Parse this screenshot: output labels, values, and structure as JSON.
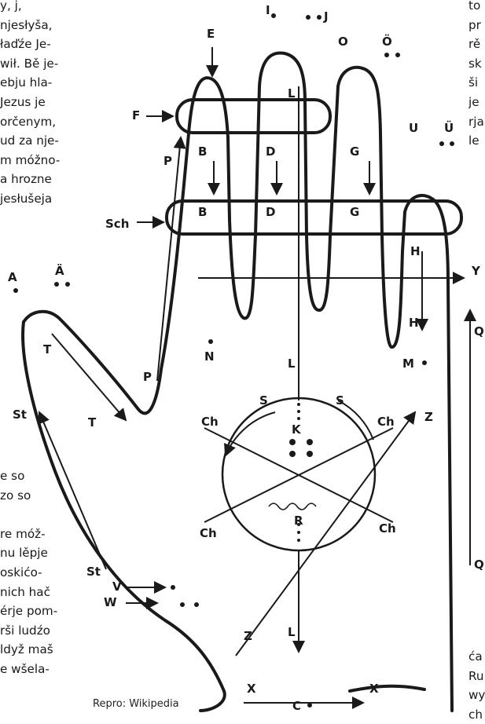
{
  "article": {
    "left_column_top": [
      "y, j,",
      "njesłyša,",
      "łaďźe Je-",
      "wił. Bě je-",
      "ebju hla-",
      "Jezus je",
      "orčenym,",
      "ud za nje-",
      "m móžno-",
      "a hrozne",
      "jesłušeja"
    ],
    "left_column_bottom": [
      "e so",
      "zo so",
      "",
      "re móž-",
      "nu lěpje",
      "oskićo-",
      "nich hač",
      "érje pom-",
      "rši ludźo",
      "ldyž maš",
      "e wšela-"
    ],
    "right_column_top": [
      "to",
      "pr",
      "rě",
      "sk",
      "ši",
      "je",
      "rja",
      "le"
    ],
    "right_column_bottom": [
      "ća",
      "Ru",
      "wy",
      "ch"
    ]
  },
  "figure": {
    "caption": "Repro: Wikipedia",
    "labels": {
      "A": "A",
      "A_uml": "Ä",
      "E": "E",
      "F": "F",
      "I": "I",
      "J": "J",
      "O": "O",
      "O_uml": "Ö",
      "U": "U",
      "U_uml": "Ü",
      "B": "B",
      "D": "D",
      "G": "G",
      "H": "H",
      "Sch": "Sch",
      "P": "P",
      "L": "L",
      "Y": "Y",
      "Q": "Q",
      "T": "T",
      "St": "St",
      "N": "N",
      "M": "M",
      "S": "S",
      "Ch": "Ch",
      "K": "K",
      "Z": "Z",
      "R": "R",
      "V": "V",
      "W": "W",
      "X": "X",
      "C": "C"
    }
  }
}
